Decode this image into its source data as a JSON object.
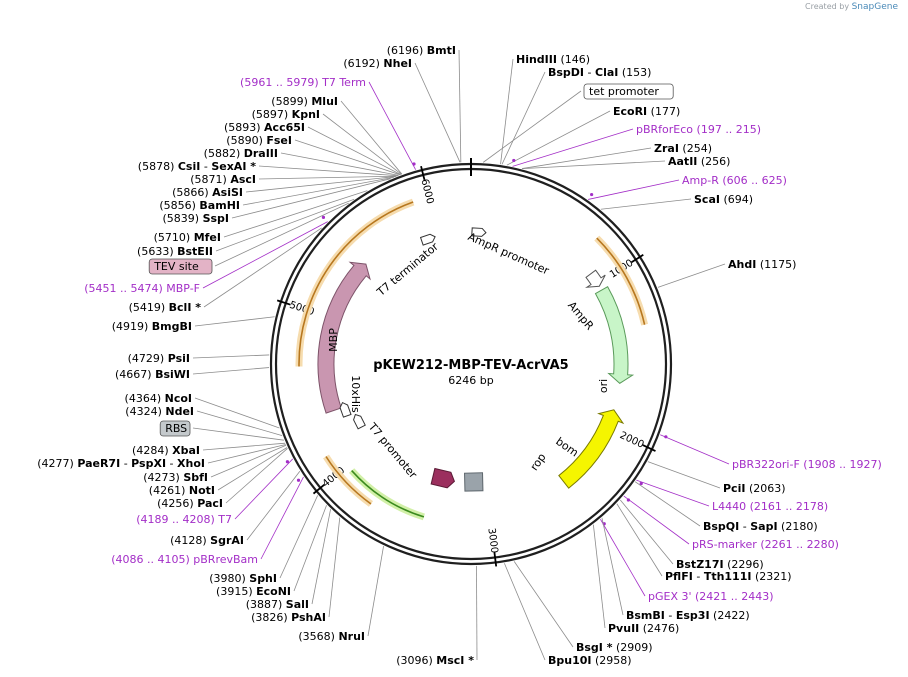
{
  "attribution": {
    "prefix": "Created by",
    "brand": "SnapGene"
  },
  "plasmid": {
    "name": "pKEW212-MBP-TEV-AcrVA5",
    "length_label": "6246 bp",
    "length": 6246
  },
  "colors": {
    "primer": "#a32ec7",
    "ring": "#1f1f1f",
    "line": "#8c8c8c"
  },
  "ticks": [
    "1000",
    "2000",
    "3000",
    "4000",
    "5000",
    "6000"
  ],
  "features": [
    {
      "label": "AmpR",
      "start": 1050,
      "end": 1690,
      "color": "#c8f5c8",
      "stroke": "#5a9a5a"
    },
    {
      "label": "AmpR promoter",
      "start": 920,
      "end": 1020,
      "color": "#ffffff",
      "stroke": "#555555"
    },
    {
      "label": "ori",
      "start": 1870,
      "end": 2460,
      "color": "#f5f500",
      "stroke": "#7a7a00"
    },
    {
      "label": "rop",
      "start": 3270,
      "end": 3440,
      "color": "#9b2f5e",
      "stroke": "#5a1a35"
    },
    {
      "label": "bom",
      "start": 3030,
      "end": 3170,
      "color": "#9aa3aa",
      "stroke": "#5d666c"
    },
    {
      "label": "MBP",
      "start": 4360,
      "end": 5440,
      "color": "#c996b0",
      "stroke": "#7d5369"
    },
    {
      "label": "10xHis",
      "start": 4330,
      "end": 4355,
      "color": "#ffffff",
      "stroke": "#333333"
    },
    {
      "label": "T7 promoter",
      "start": 4200,
      "end": 4240,
      "color": "#ffffff",
      "stroke": "#333333"
    },
    {
      "label": "T7 terminator",
      "start": 5880,
      "end": 5960,
      "color": "#ffffff",
      "stroke": "#333333"
    },
    {
      "label": "tet promoter",
      "start": 40,
      "end": 80,
      "color": "#ffffff",
      "stroke": "#333333"
    }
  ],
  "labels": [
    {
      "group": "top-right",
      "items": [
        {
          "num": "(146)",
          "name": "HindIII",
          "pos": 146
        },
        {
          "name": "BspDI",
          "sep": "-",
          "name2": "ClaI",
          "num": "(153)",
          "pos": 153
        },
        {
          "box": "tet promoter",
          "pos": 60
        },
        {
          "name": "EcoRI",
          "num": "(177)",
          "pos": 177
        },
        {
          "primer": "pBRforEco",
          "range": "(197 .. 215)",
          "pos": 206
        },
        {
          "name": "ZraI",
          "num": "(254)",
          "pos": 254
        },
        {
          "name": "AatII",
          "num": "(256)",
          "pos": 256
        },
        {
          "primer": "Amp-R",
          "range": "(606 .. 625)",
          "pos": 615
        },
        {
          "name": "ScaI",
          "num": "(694)",
          "pos": 694
        },
        {
          "name": "AhdI",
          "num": "(1175)",
          "pos": 1175
        }
      ]
    },
    {
      "group": "top-left",
      "items": [
        {
          "num": "(6196)",
          "name": "BmtI",
          "pos": 6196
        },
        {
          "num": "(6192)",
          "name": "NheI",
          "pos": 6192
        },
        {
          "primer_range": "(5961 .. 5979)",
          "primer": "T7 Term",
          "pos": 5970
        },
        {
          "num": "(5899)",
          "name": "MluI",
          "pos": 5899
        },
        {
          "num": "(5897)",
          "name": "KpnI",
          "pos": 5897
        },
        {
          "num": "(5893)",
          "name": "Acc65I",
          "pos": 5893
        },
        {
          "num": "(5890)",
          "name": "FseI",
          "pos": 5890
        },
        {
          "num": "(5882)",
          "name": "DraIII",
          "pos": 5882
        },
        {
          "num": "(5878)",
          "name": "CsiI",
          "sep": "-",
          "name2": "SexAI *",
          "pos": 5878
        },
        {
          "num": "(5871)",
          "name": "AscI",
          "pos": 5871
        },
        {
          "num": "(5866)",
          "name": "AsiSI",
          "pos": 5866
        },
        {
          "num": "(5856)",
          "name": "BamHI",
          "pos": 5856
        },
        {
          "num": "(5839)",
          "name": "SspI",
          "pos": 5839
        },
        {
          "num": "(5710)",
          "name": "MfeI",
          "pos": 5710
        },
        {
          "num": "(5633)",
          "name": "BstEII",
          "pos": 5633
        },
        {
          "box": "TEV site",
          "pos": 5600
        },
        {
          "primer_range": "(5451 .. 5474)",
          "primer": "MBP-F",
          "pos": 5462
        },
        {
          "num": "(5419)",
          "name": "BclI *",
          "pos": 5419
        },
        {
          "num": "(4919)",
          "name": "BmgBI",
          "pos": 4919
        }
      ]
    },
    {
      "group": "left",
      "items": [
        {
          "num": "(4729)",
          "name": "PsiI",
          "pos": 4729
        },
        {
          "num": "(4667)",
          "name": "BsiWI",
          "pos": 4667
        },
        {
          "num": "(4364)",
          "name": "NcoI",
          "pos": 4364
        },
        {
          "num": "(4324)",
          "name": "NdeI",
          "pos": 4324
        },
        {
          "box": "RBS",
          "pos": 4300
        },
        {
          "num": "(4284)",
          "name": "XbaI",
          "pos": 4284
        },
        {
          "num": "(4277)",
          "name": "PaeR7I",
          "sep": "-",
          "name2": "PspXI",
          "sep2": "-",
          "name3": "XhoI",
          "pos": 4277
        },
        {
          "num": "(4273)",
          "name": "SbfI",
          "pos": 4273
        },
        {
          "num": "(4261)",
          "name": "NotI",
          "pos": 4261
        },
        {
          "num": "(4256)",
          "name": "PacI",
          "pos": 4256
        },
        {
          "primer_range": "(4189 .. 4208)",
          "primer": "T7",
          "pos": 4198
        },
        {
          "num": "(4128)",
          "name": "SgrAI",
          "pos": 4128
        },
        {
          "primer_range": "(4086 .. 4105)",
          "primer": "pBRrevBam",
          "pos": 4095
        }
      ]
    },
    {
      "group": "bottom-left",
      "items": [
        {
          "num": "(3980)",
          "name": "SphI",
          "pos": 3980
        },
        {
          "num": "(3915)",
          "name": "EcoNI",
          "pos": 3915
        },
        {
          "num": "(3887)",
          "name": "SalI",
          "pos": 3887
        },
        {
          "num": "(3826)",
          "name": "PshAI",
          "pos": 3826
        },
        {
          "num": "(3568)",
          "name": "NruI",
          "pos": 3568
        },
        {
          "num": "(3096)",
          "name": "MscI *",
          "pos": 3096
        }
      ]
    },
    {
      "group": "bottom-right",
      "items": [
        {
          "primer": "pBR322ori-F",
          "range": "(1908 .. 1927)",
          "pos": 1917
        },
        {
          "name": "PciI",
          "num": "(2063)",
          "pos": 2063
        },
        {
          "primer": "L4440",
          "range": "(2161 .. 2178)",
          "pos": 2170
        },
        {
          "name": "BspQI",
          "sep": "-",
          "name2": "SapI",
          "num": "(2180)",
          "pos": 2180
        },
        {
          "primer": "pRS-marker",
          "range": "(2261 .. 2280)",
          "pos": 2270
        },
        {
          "name": "BstZ17I",
          "num": "(2296)",
          "pos": 2296
        },
        {
          "name": "PflFI",
          "sep": "-",
          "name2": "Tth111I",
          "num": "(2321)",
          "pos": 2321
        },
        {
          "primer": "pGEX 3'",
          "range": "(2421 .. 2443)",
          "pos": 2432
        },
        {
          "name": "BsmBI",
          "sep": "-",
          "name2": "Esp3I",
          "num": "(2422)",
          "pos": 2422
        },
        {
          "name": "PvuII",
          "num": "(2476)",
          "pos": 2476
        },
        {
          "name": "BsgI *",
          "num": "(2909)",
          "pos": 2909
        },
        {
          "name": "Bpu10I",
          "num": "(2958)",
          "pos": 2958
        }
      ]
    }
  ]
}
